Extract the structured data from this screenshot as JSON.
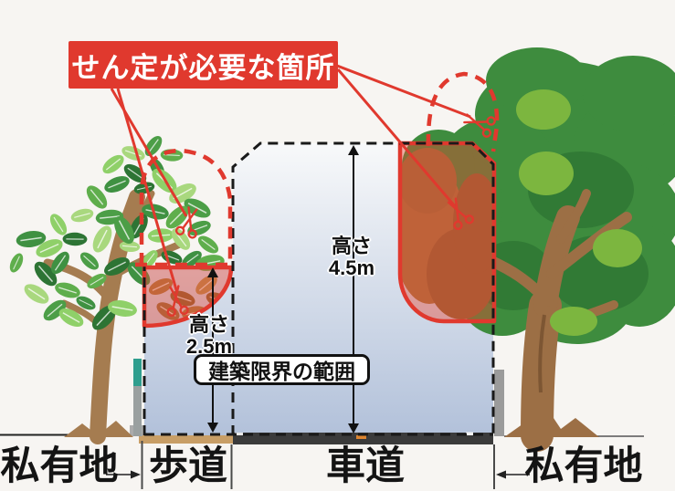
{
  "title": "せん定が必要な箇所",
  "annotations": {
    "road_height": {
      "prefix": "高さ",
      "value": "4.5m"
    },
    "sidewalk_height": {
      "prefix": "高さ",
      "value": "2.5m"
    },
    "clearance_range": "建築限界の範囲"
  },
  "zones": {
    "left_private": "私有地",
    "sidewalk": "歩道",
    "road": "車道",
    "right_private": "私有地"
  },
  "icons": {
    "scissors": "pruning-scissors-icon"
  },
  "colors": {
    "accent_red": "#e0392e",
    "prune_area_fill": "rgba(234,72,50,0.42)",
    "clearance_gradient_top": "#f8f9fa",
    "clearance_gradient_bottom": "#b2c1da",
    "sidewalk_ground": "#c89e66",
    "road_surface": "#3b3b3b",
    "foliage_green": "#3e8c3e",
    "trunk_brown": "#9c6f45"
  }
}
